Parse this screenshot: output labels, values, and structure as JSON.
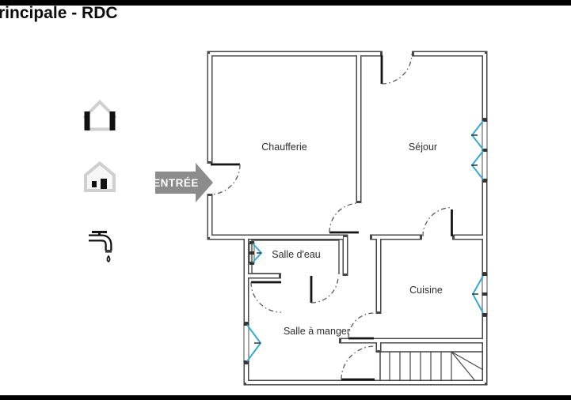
{
  "title": "rincipale - RDC",
  "entry": {
    "label": "ENTRÉE"
  },
  "rooms": {
    "chaufferie": "Chaufferie",
    "sejour": "Séjour",
    "salle_deau": "Salle d'eau",
    "cuisine": "Cuisine",
    "salle_a_manger": "Salle à manger"
  },
  "sidebar_icons": [
    {
      "name": "house-outline-icon"
    },
    {
      "name": "house-entrance-icon"
    },
    {
      "name": "water-faucet-icon"
    }
  ],
  "colors": {
    "window": "#35abd2",
    "arrow": "#8c8c8c",
    "wall": "#474747",
    "door_arc": "#5a5a5a",
    "icon_gray": "#cfcfcf"
  }
}
